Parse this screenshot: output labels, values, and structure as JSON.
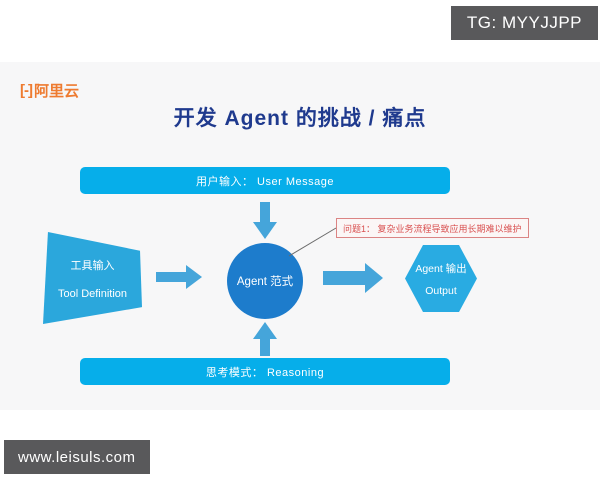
{
  "page": {
    "tg_badge": "TG: MYYJJPP",
    "site_badge": "www.leisuls.com"
  },
  "slide": {
    "logo": {
      "icon_glyph": "[-]",
      "text": "阿里云"
    },
    "title": "开发 Agent 的挑战 / 痛点",
    "diagram": {
      "user_input_bar": "用户输入： User Message",
      "tool_input_line1": "工具输入",
      "tool_input_line2": "Tool Definition",
      "agent_core": "Agent 范式",
      "agent_output_line1": "Agent 输出",
      "agent_output_line2": "Output",
      "reasoning_bar": "思考模式： Reasoning",
      "annotation": "问题1： 复杂业务流程导致应用长期难以维护"
    },
    "colors": {
      "bar_cyan": "#06AEEA",
      "trapezoid_blue": "#2BA7DC",
      "circle_blue": "#1D7CCC",
      "hexagon_cyan": "#29ABE2",
      "arrow_blue": "#45A5DA",
      "title_navy": "#1F3A8E",
      "logo_orange": "#EE7B30",
      "annotation_red": "#D95050",
      "badge_gray": "#59595B"
    }
  }
}
